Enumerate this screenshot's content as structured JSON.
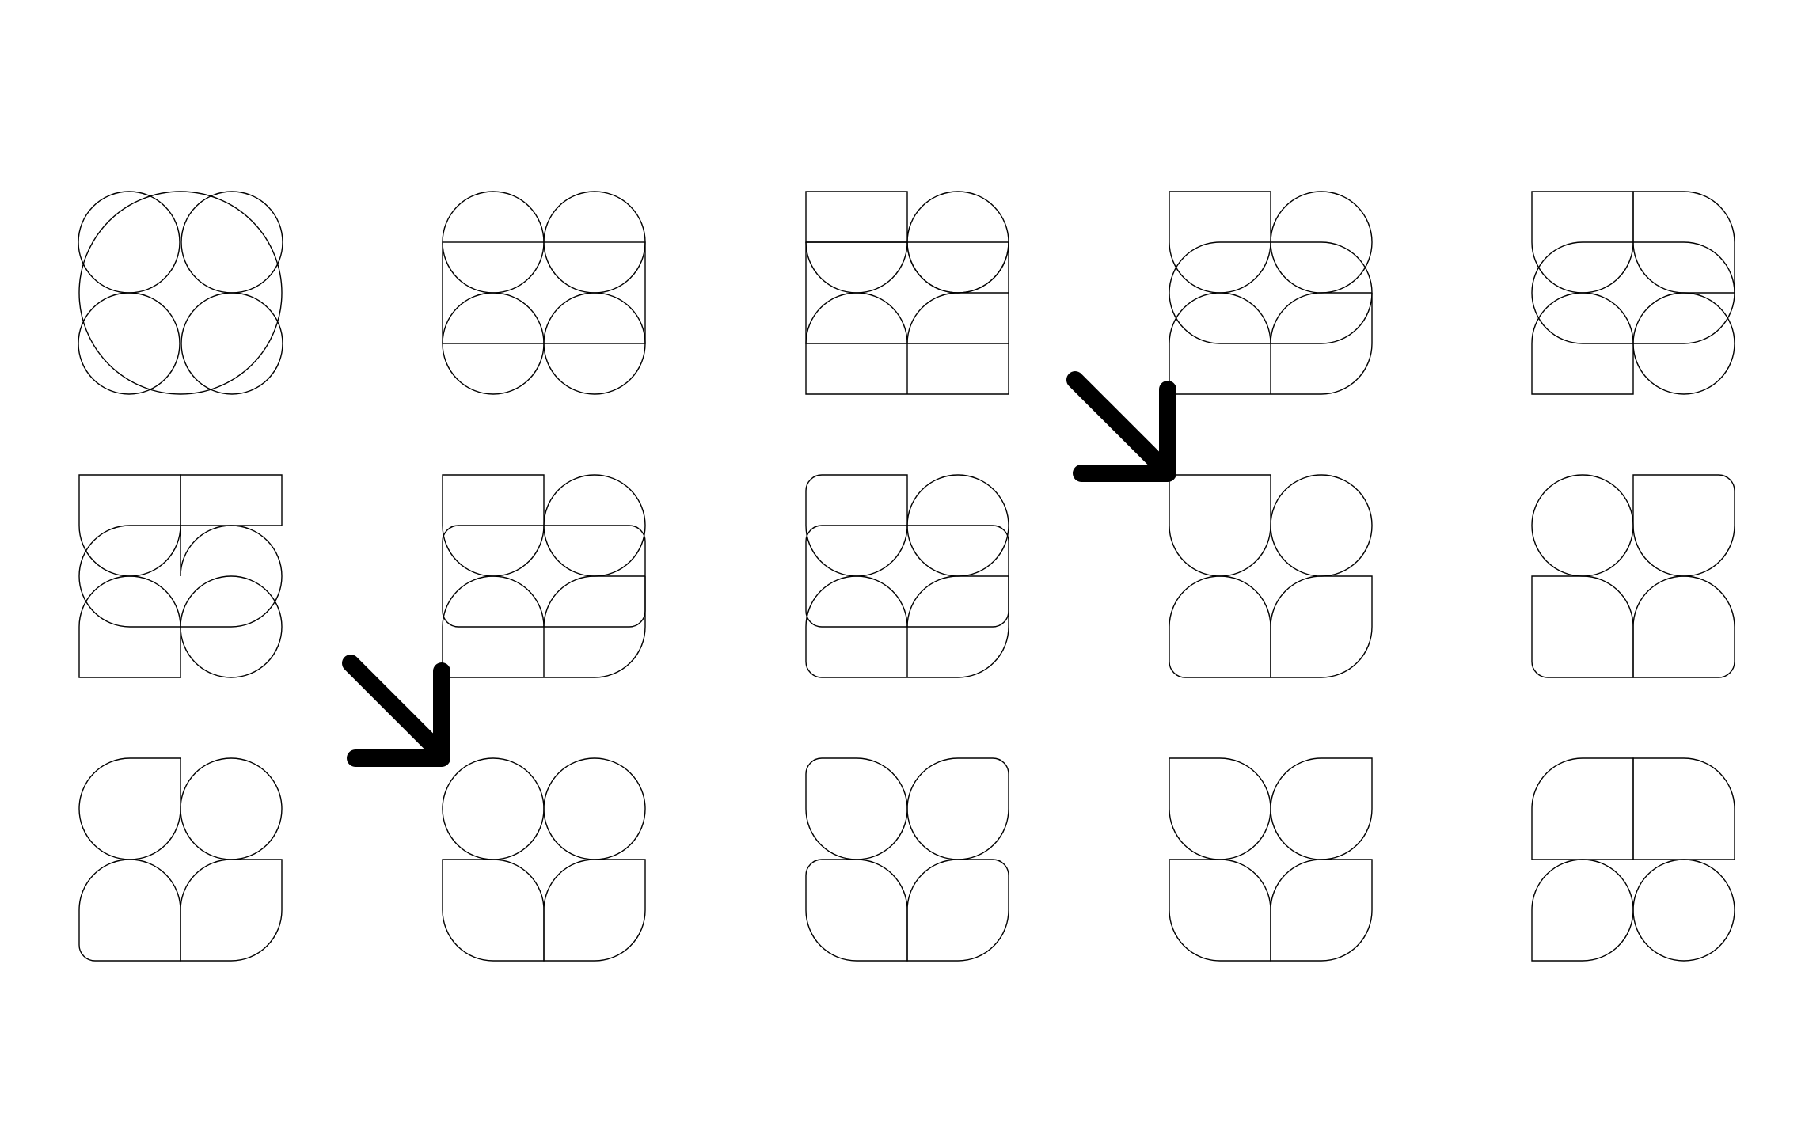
{
  "diagram": {
    "stroke_color": "#000000",
    "background": "#ffffff",
    "grid": {
      "rows": 3,
      "cols": 5
    },
    "figures": [
      {
        "id": "r1c1",
        "description_key": "circles-with-large-circle"
      },
      {
        "id": "r1c2",
        "description_key": "circles-with-band"
      },
      {
        "id": "r1c3",
        "description_key": "square-corner-mix"
      },
      {
        "id": "r1c4",
        "description_key": "leaf-band-mix"
      },
      {
        "id": "r1c5",
        "description_key": "swirl-band"
      },
      {
        "id": "r2c1",
        "description_key": "swirl-notch"
      },
      {
        "id": "r2c2",
        "description_key": "band-overlap"
      },
      {
        "id": "r2c3",
        "description_key": "rounded-band-overlap"
      },
      {
        "id": "r2c4",
        "description_key": "leaf-four"
      },
      {
        "id": "r2c5",
        "description_key": "leaf-four-mirrored"
      },
      {
        "id": "r3c1",
        "description_key": "leaf-pinwheel"
      },
      {
        "id": "r3c2",
        "description_key": "circles-top-leaves-bottom"
      },
      {
        "id": "r3c3",
        "description_key": "rounded-quad"
      },
      {
        "id": "r3c4",
        "description_key": "leaf-pinwheel-2"
      },
      {
        "id": "r3c5",
        "description_key": "leaves-top-circles-bottom"
      }
    ],
    "arrows": [
      {
        "id": "arrow-1",
        "direction": "down-right"
      },
      {
        "id": "arrow-2",
        "direction": "down-right"
      }
    ]
  }
}
